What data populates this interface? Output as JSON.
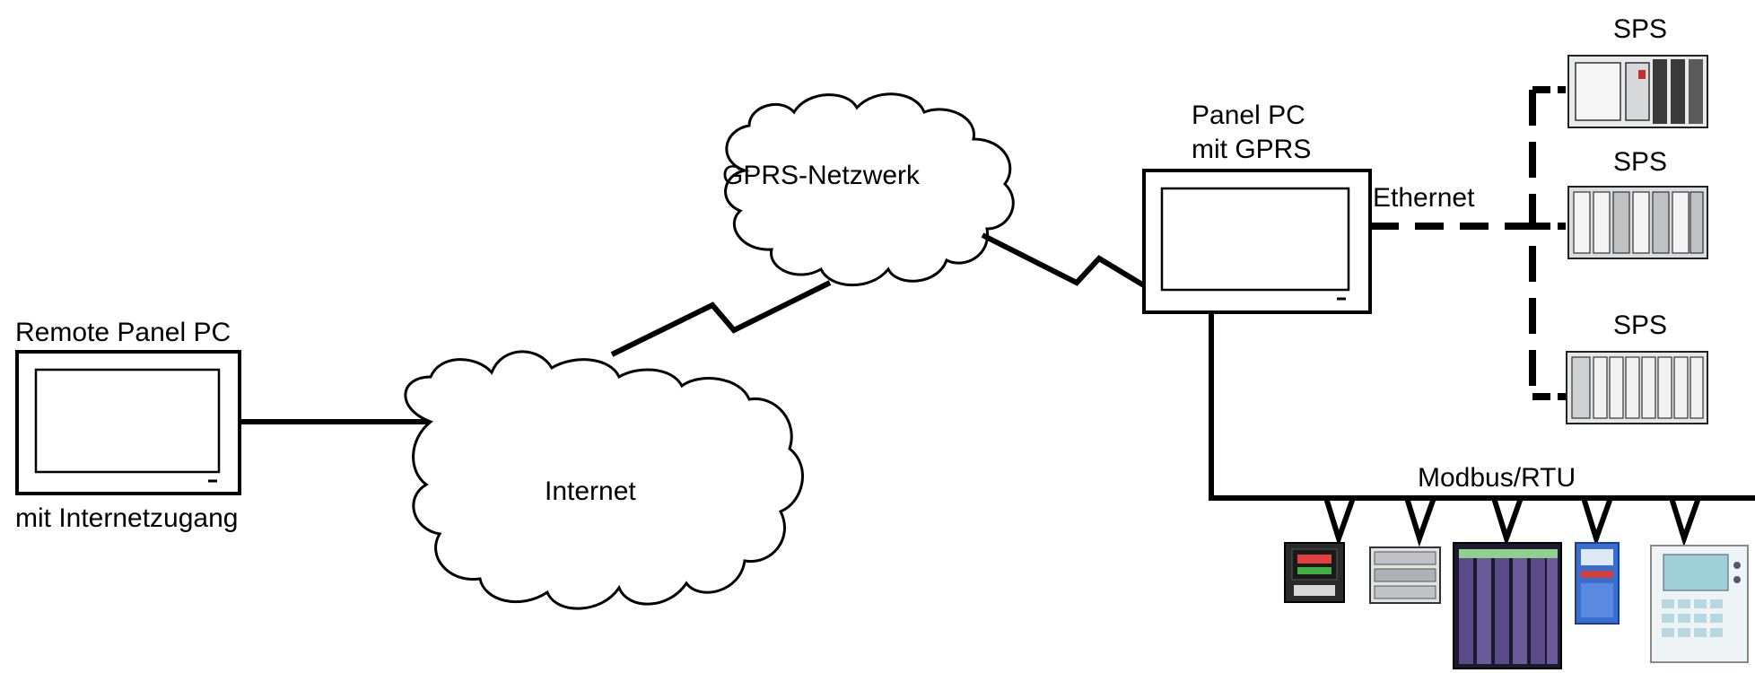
{
  "labels": {
    "remote_panel_pc": "Remote Panel PC",
    "internet_access": "mit Internetzugang",
    "internet": "Internet",
    "gprs_network": "GPRS-Netzwerk",
    "panel_pc_line1": "Panel PC",
    "panel_pc_line2": "mit GPRS",
    "ethernet": "Ethernet",
    "sps_1": "SPS",
    "sps_2": "SPS",
    "sps_3": "SPS",
    "modbus_rtu": "Modbus/RTU"
  },
  "colors": {
    "line": "#000000",
    "device_blue": "#3a6fd0",
    "device_gray": "#c8ccd0",
    "device_purple": "#4a3a7a",
    "screen_teal": "#9fd0d8"
  },
  "icons": {
    "cloud": "cloud-icon",
    "panel_pc": "panel-pc-icon",
    "plc": "plc-icon",
    "field_device": "field-device-icon"
  }
}
